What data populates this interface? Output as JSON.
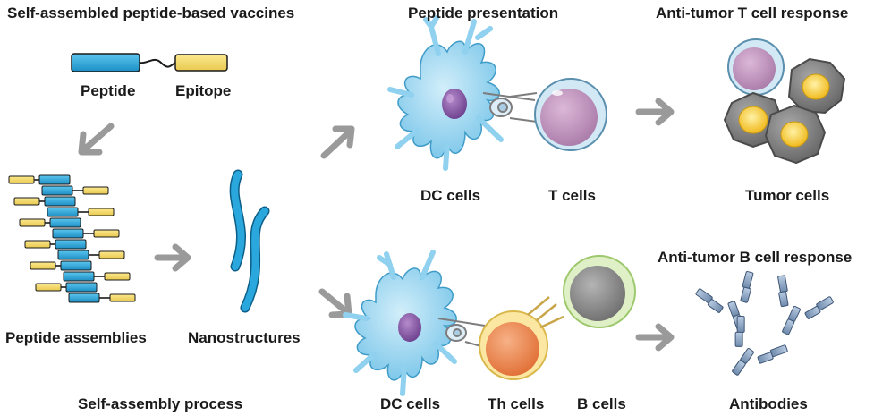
{
  "headings": {
    "vaccines": "Self-assembled peptide-based vaccines",
    "presentation": "Peptide presentation",
    "t_response": "Anti-tumor T cell response",
    "b_response": "Anti-tumor B cell response",
    "process": "Self-assembly process"
  },
  "labels": {
    "peptide": "Peptide",
    "epitope": "Epitope",
    "assemblies": "Peptide assemblies",
    "nanostructures": "Nanostructures",
    "dc_top": "DC cells",
    "t_cells": "T cells",
    "tumor_cells": "Tumor cells",
    "dc_bottom": "DC cells",
    "th_cells": "Th cells",
    "b_cells": "B cells",
    "antibodies": "Antibodies"
  },
  "colors": {
    "peptide": "#2aa7dc",
    "epitope": "#f4dc6c",
    "arrow": "#9a9a9a",
    "dc_cell": "#a9dcf2",
    "dc_nucleus": "#8b5aa8",
    "t_cell": "#c59bc4",
    "th_cell": "#f08a52",
    "b_cell": "#8e8e8e",
    "b_cell_ring": "#c9e5a3",
    "tumor": "#8a8a8a",
    "tumor_nucleus": "#f4c22a",
    "antibody": "#8ea6c4"
  }
}
